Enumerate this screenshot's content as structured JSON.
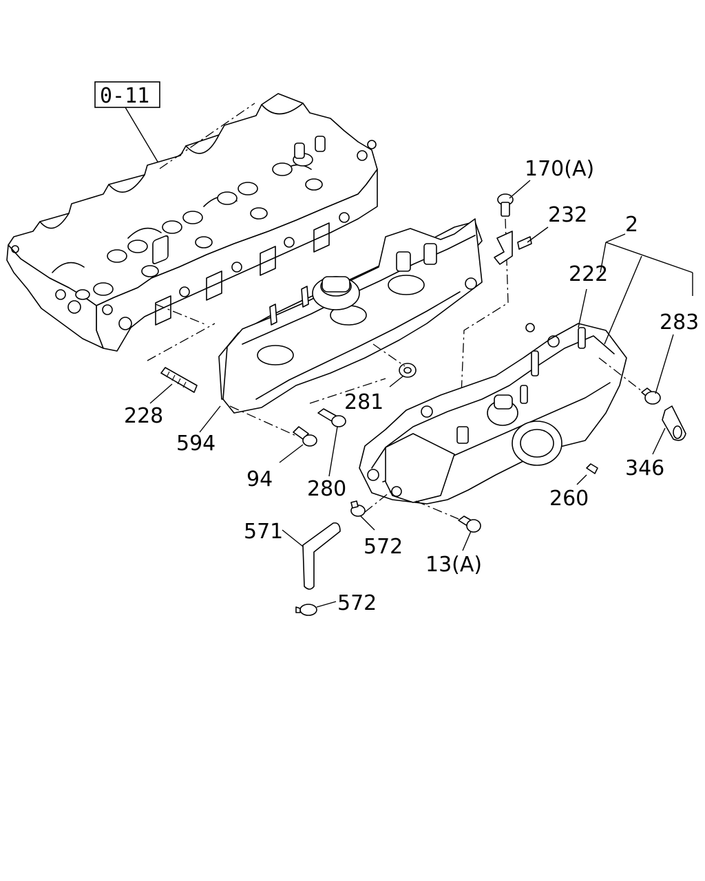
{
  "diagram": {
    "reference_box": "0-11",
    "callouts": {
      "c170A": "170(A)",
      "c232": "232",
      "c2": "2",
      "c222": "222",
      "c283": "283",
      "c228": "228",
      "c281": "281",
      "c594": "594",
      "c94": "94",
      "c280": "280",
      "c346": "346",
      "c260": "260",
      "c571": "571",
      "c572a": "572",
      "c13A": "13(A)",
      "c572b": "572"
    }
  }
}
